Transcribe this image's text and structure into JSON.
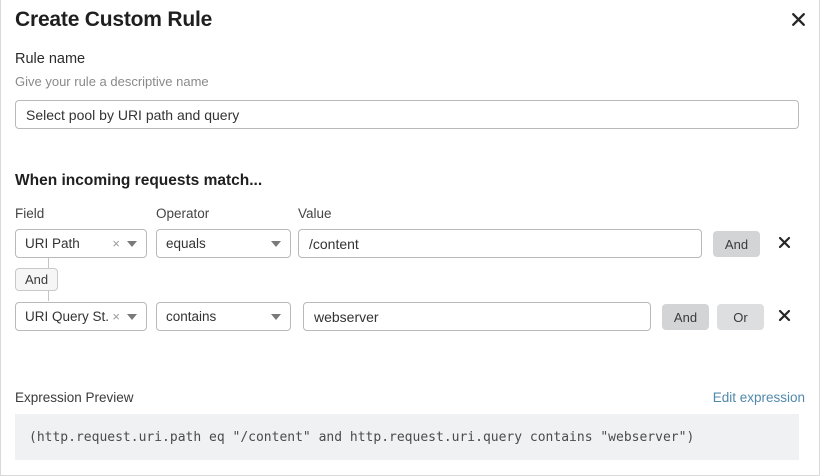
{
  "modal": {
    "title": "Create Custom Rule",
    "close_icon": "close-icon"
  },
  "rule_name": {
    "label": "Rule name",
    "sublabel": "Give your rule a descriptive name",
    "value": "Select pool by URI path and query",
    "placeholder": "Select pool by URI path and query"
  },
  "conditions": {
    "heading": "When incoming requests match...",
    "columns": {
      "field": "Field",
      "operator": "Operator",
      "value": "Value"
    },
    "connector": {
      "label": "And"
    },
    "rows": [
      {
        "field": "URI Path",
        "clear_icon": "×",
        "operator": "equals",
        "value": "/content",
        "buttons": [
          "And"
        ],
        "delete_icon": "close-icon"
      },
      {
        "field": "URI Query St...",
        "clear_icon": "×",
        "operator": "contains",
        "value": "webserver",
        "buttons": [
          "And",
          "Or"
        ],
        "delete_icon": "close-icon"
      }
    ]
  },
  "expression": {
    "label": "Expression Preview",
    "edit_link": "Edit expression",
    "code": "(http.request.uri.path eq \"/content\" and http.request.uri.query contains \"webserver\")"
  },
  "colors": {
    "link": "#5189ab",
    "button_grey": "#d2d4d6",
    "code_bg": "#f0f1f2",
    "border": "#b9b9b9"
  }
}
